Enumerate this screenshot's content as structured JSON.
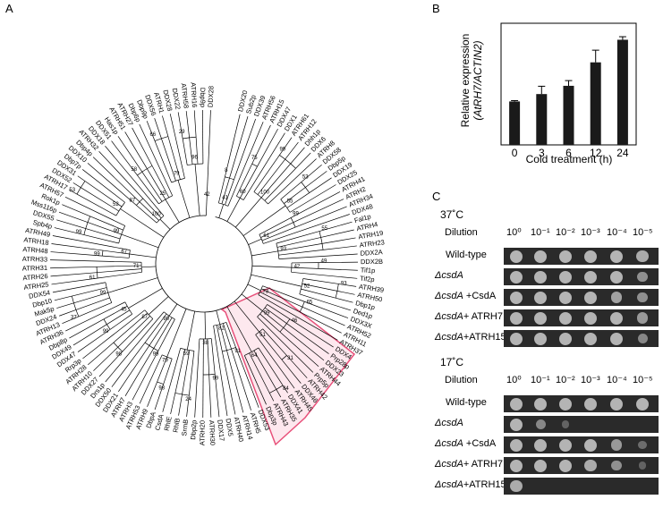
{
  "panels": {
    "a": "A",
    "b": "B",
    "c": "C"
  },
  "tree": {
    "highlight_color": "#e8507a",
    "highlight_fill": "#fde8ee",
    "genes": [
      "DDX20",
      "Sub2p",
      "DDX39",
      "ATRH56",
      "ATRH15",
      "DDX47",
      "DDX1",
      "ATRH61",
      "ATRH12",
      "Dhh1p",
      "DDX6",
      "ATRH8",
      "DDX58",
      "Dbp5p",
      "DDX19",
      "DDX25",
      "ATRH41",
      "ATRH2",
      "ATRH34",
      "DDX48",
      "Fal1p",
      "ATRH4",
      "ATRH19",
      "ATRH23",
      "DDX2A",
      "DDX2B",
      "Tif1p",
      "Tif2p",
      "ATRH39",
      "ATRH50",
      "Dbp1p",
      "Ded1p",
      "DDX3X",
      "ATRH52",
      "ATRH11",
      "ATRH37",
      "DDX4",
      "Prp28p",
      "DDX23",
      "ATRH44",
      "Prp5p",
      "ATRH42",
      "DDX46",
      "ATRH45",
      "DDX41",
      "ATRH35",
      "ATRH43",
      "Dbp3p",
      "DDX53",
      "ATRH5",
      "ATRH14",
      "ATRH40",
      "DDX5",
      "DDX17",
      "ATRH30",
      "ATRH20",
      "Dbp2p",
      "SrmB",
      "RhlB",
      "RhlE",
      "CsdA",
      "DbpA",
      "ATRH9",
      "ATRH53",
      "ATRH3",
      "ATRH7",
      "DDX21",
      "DDX50",
      "Drs1p",
      "DDX27",
      "ATRH10",
      "ATRH28",
      "Rrp3p",
      "DDX47",
      "DDX49",
      "Dbp8p",
      "ATRH36",
      "ATRH13",
      "DDX24",
      "Mak5p",
      "Dbp10",
      "DDX54",
      "ATRH25",
      "ATRH26",
      "ATRH31",
      "ATRH33",
      "ATRH48",
      "ATRH18",
      "ATRH49",
      "Spb4p",
      "DDX55",
      "Mss116p",
      "Rok1p",
      "ATRH57",
      "ATRH17",
      "DDX52",
      "DDX31",
      "Dbp7p",
      "DDX10",
      "Dbp4p",
      "ATRH32",
      "DDX18",
      "DDX51",
      "Has1p",
      "ATRH51",
      "ATRH27",
      "Dbp6p",
      "Dbp9p",
      "DDX56",
      "ATRH1",
      "DDX28",
      "DDX22",
      "ATRH58",
      "ATRH16",
      "Dbp9p",
      "DDX28"
    ],
    "bootstrap": [
      "41",
      "8",
      "60",
      "75",
      "100",
      "99",
      "55",
      "53",
      "61",
      "99",
      "93",
      "55",
      "42",
      "49",
      "52",
      "93",
      "73",
      "65",
      "99",
      "46",
      "51",
      "31",
      "64",
      "84",
      "81",
      "91",
      "38",
      "99",
      "59",
      "24",
      "79",
      "98",
      "90",
      "99",
      "87",
      "98",
      "45",
      "99",
      "99",
      "37",
      "71",
      "61",
      "67",
      "99",
      "99",
      "99",
      "52",
      "53",
      "100",
      "87",
      "25",
      "58",
      "79",
      "66",
      "96",
      "29",
      "42",
      "92",
      "81",
      "99",
      "72",
      "58",
      "76",
      "13",
      "38",
      "88",
      "100",
      "99",
      "99",
      "99",
      "99",
      "66",
      "45",
      "70",
      "85",
      "77",
      "67",
      "94",
      "78"
    ]
  },
  "chart_data": {
    "type": "bar",
    "categories": [
      "0",
      "3",
      "6",
      "12",
      "24"
    ],
    "values": [
      1.0,
      1.17,
      1.36,
      1.9,
      2.42
    ],
    "errors": [
      0.02,
      0.18,
      0.12,
      0.28,
      0.07
    ],
    "xlabel": "Cold treatment (h)",
    "ylabel_line1": "Relative expression",
    "ylabel_line2": "(AtRH7/ACTIN2)",
    "ylim": [
      0,
      2.8
    ],
    "bar_color": "#1a1a1a"
  },
  "spot_assay": {
    "dilution_label": "Dilution",
    "dilutions": [
      "10⁰",
      "10⁻¹",
      "10⁻²",
      "10⁻³",
      "10⁻⁴",
      "10⁻⁵"
    ],
    "panels": [
      {
        "temperature": "37˚C",
        "strains": [
          {
            "prefix": "",
            "italic": "",
            "name": "Wild-type",
            "growth": [
              1,
              1,
              1,
              1,
              1,
              0.9
            ]
          },
          {
            "prefix": "",
            "italic": "ΔcsdA",
            "name": "",
            "growth": [
              1,
              1,
              1,
              1,
              1,
              0.6
            ]
          },
          {
            "prefix": "",
            "italic": "ΔcsdA",
            "name": " +CsdA",
            "growth": [
              1,
              1,
              1,
              1,
              0.8,
              0.6
            ]
          },
          {
            "prefix": "",
            "italic": "ΔcsdA",
            "name": "+ ATRH7",
            "growth": [
              1,
              1,
              1,
              1,
              1,
              0.7
            ]
          },
          {
            "prefix": "",
            "italic": "ΔcsdA",
            "name": "+ATRH15",
            "growth": [
              1,
              1,
              1,
              1,
              1,
              0.5
            ]
          }
        ]
      },
      {
        "temperature": "17˚C",
        "strains": [
          {
            "prefix": "",
            "italic": "",
            "name": "Wild-type",
            "growth": [
              1,
              1,
              1,
              1,
              1,
              1
            ]
          },
          {
            "prefix": "",
            "italic": "ΔcsdA",
            "name": "",
            "growth": [
              1,
              0.5,
              0.1,
              0,
              0,
              0
            ]
          },
          {
            "prefix": "",
            "italic": "ΔcsdA",
            "name": " +CsdA",
            "growth": [
              1,
              1,
              1,
              1,
              0.7,
              0.2
            ]
          },
          {
            "prefix": "",
            "italic": "ΔcsdA",
            "name": "+ ATRH7",
            "growth": [
              1,
              1,
              1,
              0.9,
              0.6,
              0.1
            ]
          },
          {
            "prefix": "",
            "italic": "ΔcsdA",
            "name": "+ATRH15",
            "growth": [
              0.9,
              0,
              0,
              0,
              0,
              0
            ]
          }
        ]
      }
    ]
  }
}
